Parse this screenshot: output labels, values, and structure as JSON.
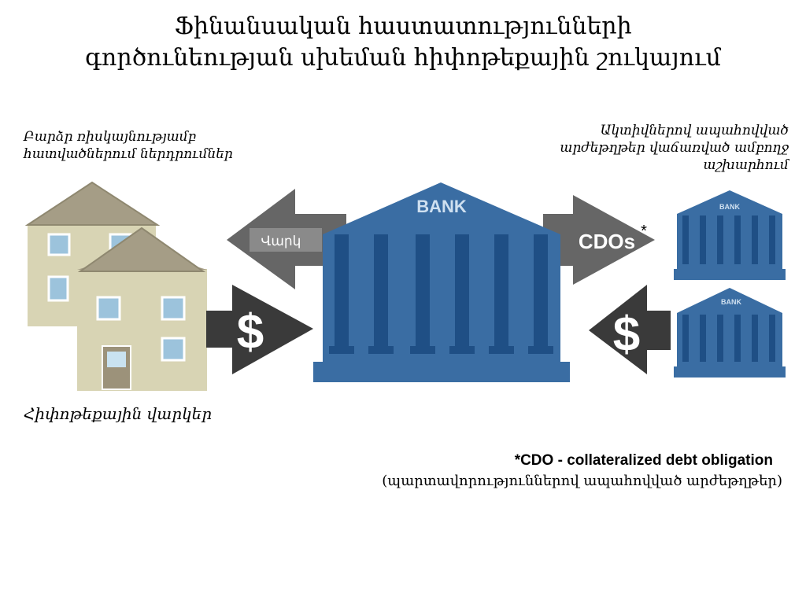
{
  "title": {
    "line1": "Ֆինանսական հաստատությունների",
    "line2": "գործունեության սխեման հիփոթեքային շուկայում"
  },
  "labels": {
    "left_line1": "Բարձր ռիսկայնությամբ",
    "left_line2": "հատվածներում ներդրումներ",
    "right_line1": "Ակտիվներով ապահովված",
    "right_line2": "արժեթղթեր վաճառված ամբողջ",
    "right_line3": "աշխարհում",
    "mortgage_loans": "Հիփոթեքային վարկեր"
  },
  "diagram": {
    "bank_label": "BANK",
    "small_bank_label": "BANK",
    "loan_arrow_label": "Վարկ",
    "cdo_arrow_label": "CDOs",
    "asterisk": "*",
    "dollar_symbol": "$"
  },
  "footnote": {
    "line1": "*CDO - collateralized debt obligation",
    "line2": "(պարտավորություններով ապահովված արժեթղթեր)"
  },
  "colors": {
    "bank_blue": "#3a6da3",
    "bank_dark": "#1f4f85",
    "arrow_gray": "#666666",
    "arrow_dark": "#3a3a3a",
    "house_wall": "#d8d4b4",
    "house_roof": "#a59d86"
  }
}
